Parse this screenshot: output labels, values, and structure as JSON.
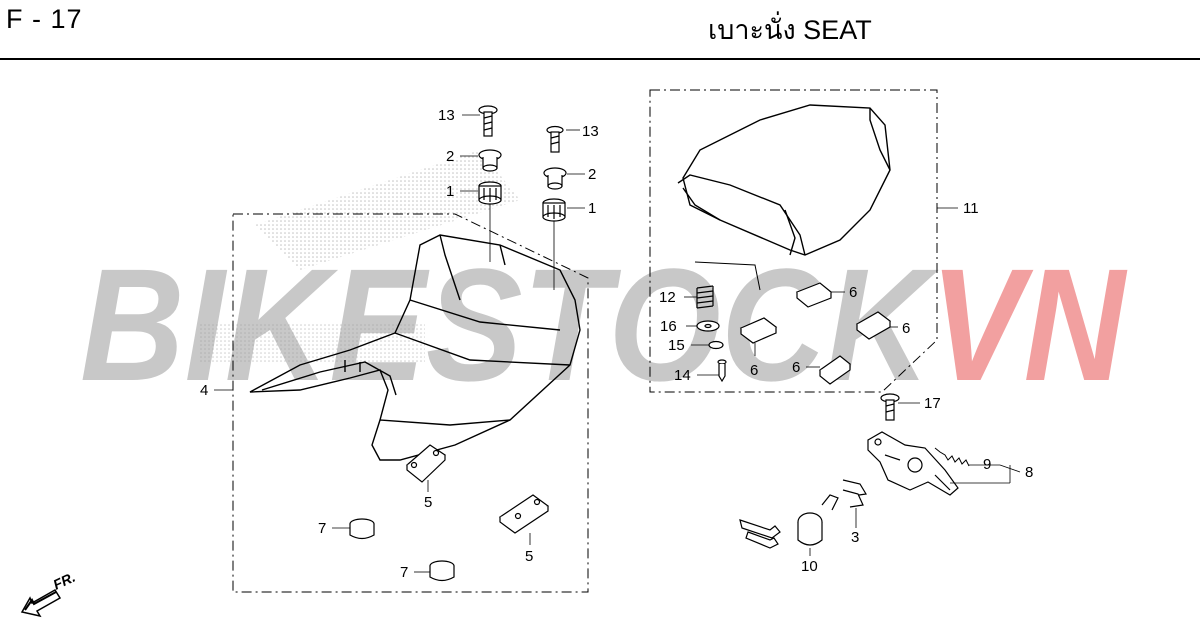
{
  "header": {
    "code": "F - 17",
    "title": "เบาะนั่ง  SEAT"
  },
  "watermark": {
    "text_main": "BIKESTOCK",
    "text_accent": "VN",
    "color_main": "#c8c8c8",
    "color_accent": "#f2a0a0"
  },
  "direction": {
    "label": "FR."
  },
  "callouts": [
    {
      "id": "c13a",
      "text": "13"
    },
    {
      "id": "c13b",
      "text": "13"
    },
    {
      "id": "c2a",
      "text": "2"
    },
    {
      "id": "c2b",
      "text": "2"
    },
    {
      "id": "c1a",
      "text": "1"
    },
    {
      "id": "c1b",
      "text": "1"
    },
    {
      "id": "c4",
      "text": "4"
    },
    {
      "id": "c5a",
      "text": "5"
    },
    {
      "id": "c5b",
      "text": "5"
    },
    {
      "id": "c7a",
      "text": "7"
    },
    {
      "id": "c7b",
      "text": "7"
    },
    {
      "id": "c11",
      "text": "11"
    },
    {
      "id": "c12",
      "text": "12"
    },
    {
      "id": "c16",
      "text": "16"
    },
    {
      "id": "c15",
      "text": "15"
    },
    {
      "id": "c14",
      "text": "14"
    },
    {
      "id": "c6a",
      "text": "6"
    },
    {
      "id": "c6b",
      "text": "6"
    },
    {
      "id": "c6c",
      "text": "6"
    },
    {
      "id": "c6d",
      "text": "6"
    },
    {
      "id": "c17",
      "text": "17"
    },
    {
      "id": "c9",
      "text": "9"
    },
    {
      "id": "c8",
      "text": "8"
    },
    {
      "id": "c3",
      "text": "3"
    },
    {
      "id": "c10",
      "text": "10"
    }
  ]
}
